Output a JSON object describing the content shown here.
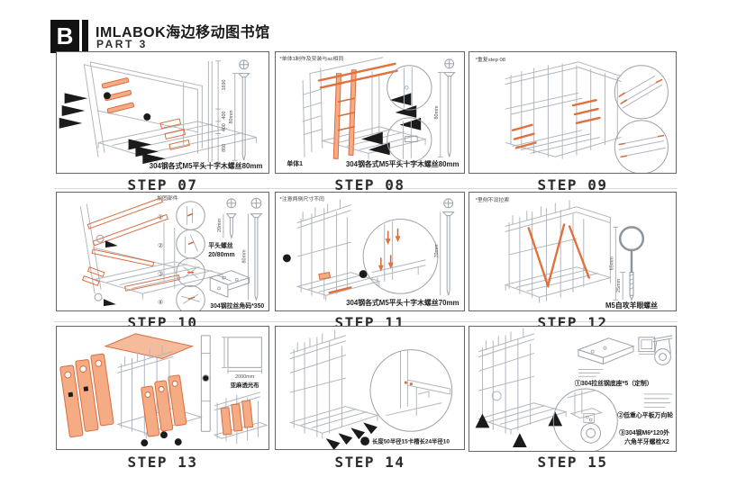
{
  "header": {
    "logo": "B",
    "title": "IMLABOK海边移动图书馆",
    "part": "PART 3"
  },
  "steps": [
    {
      "caption": "STEP 07",
      "bottom_text": "304钢各式M5平头十字木螺丝80mm",
      "screw_dim": "80mm",
      "dims": [
        "1690",
        "400",
        "400",
        "860"
      ]
    },
    {
      "caption": "STEP 08",
      "note": "*单体1制作及安装与ac相同",
      "unit_label": "单体1",
      "bottom_text": "304钢各式M5平头十字木螺丝80mm",
      "screw_dim": "80mm"
    },
    {
      "caption": "STEP 09",
      "note": "*重复step 08"
    },
    {
      "caption": "STEP 10",
      "note": "加固部件",
      "markers": [
        "①",
        "②",
        "③",
        "④"
      ],
      "screw_label_line1": "平头螺丝",
      "screw_label_line2": "20/80mm",
      "screw_dim_short": "20mm",
      "screw_dim_long": "80mm",
      "bracket_label": "304钢拉丝角码*350"
    },
    {
      "caption": "STEP 11",
      "note": "*注意两侧尺寸不同",
      "bottom_text": "304钢各式M5平头十字木螺丝70mm",
      "screw_dim": "70mm"
    },
    {
      "caption": "STEP 12",
      "note": "*里侧不设拉索",
      "part_label": "M5自攻羊眼螺丝",
      "dim_shaft": "65mm",
      "dim_thread": "25mm"
    },
    {
      "caption": "STEP 13",
      "fabric_dim": "2000mm",
      "fabric_label": "亚麻透光布"
    },
    {
      "caption": "STEP 14",
      "bottom_text": "长度50半径15卡槽长24半径10"
    },
    {
      "caption": "STEP 15",
      "item_1": "①304拉丝钢底座*5（定制）",
      "item_2": "②低重心平板万向轮",
      "item_3a": "③304钢M6*120外",
      "item_3b": "六角半牙螺栓X2"
    }
  ],
  "colors": {
    "accent": "#E0703C",
    "accent_fill": "#F5AB84",
    "line": "#B0B6BC",
    "ink": "#1F1F1F"
  }
}
